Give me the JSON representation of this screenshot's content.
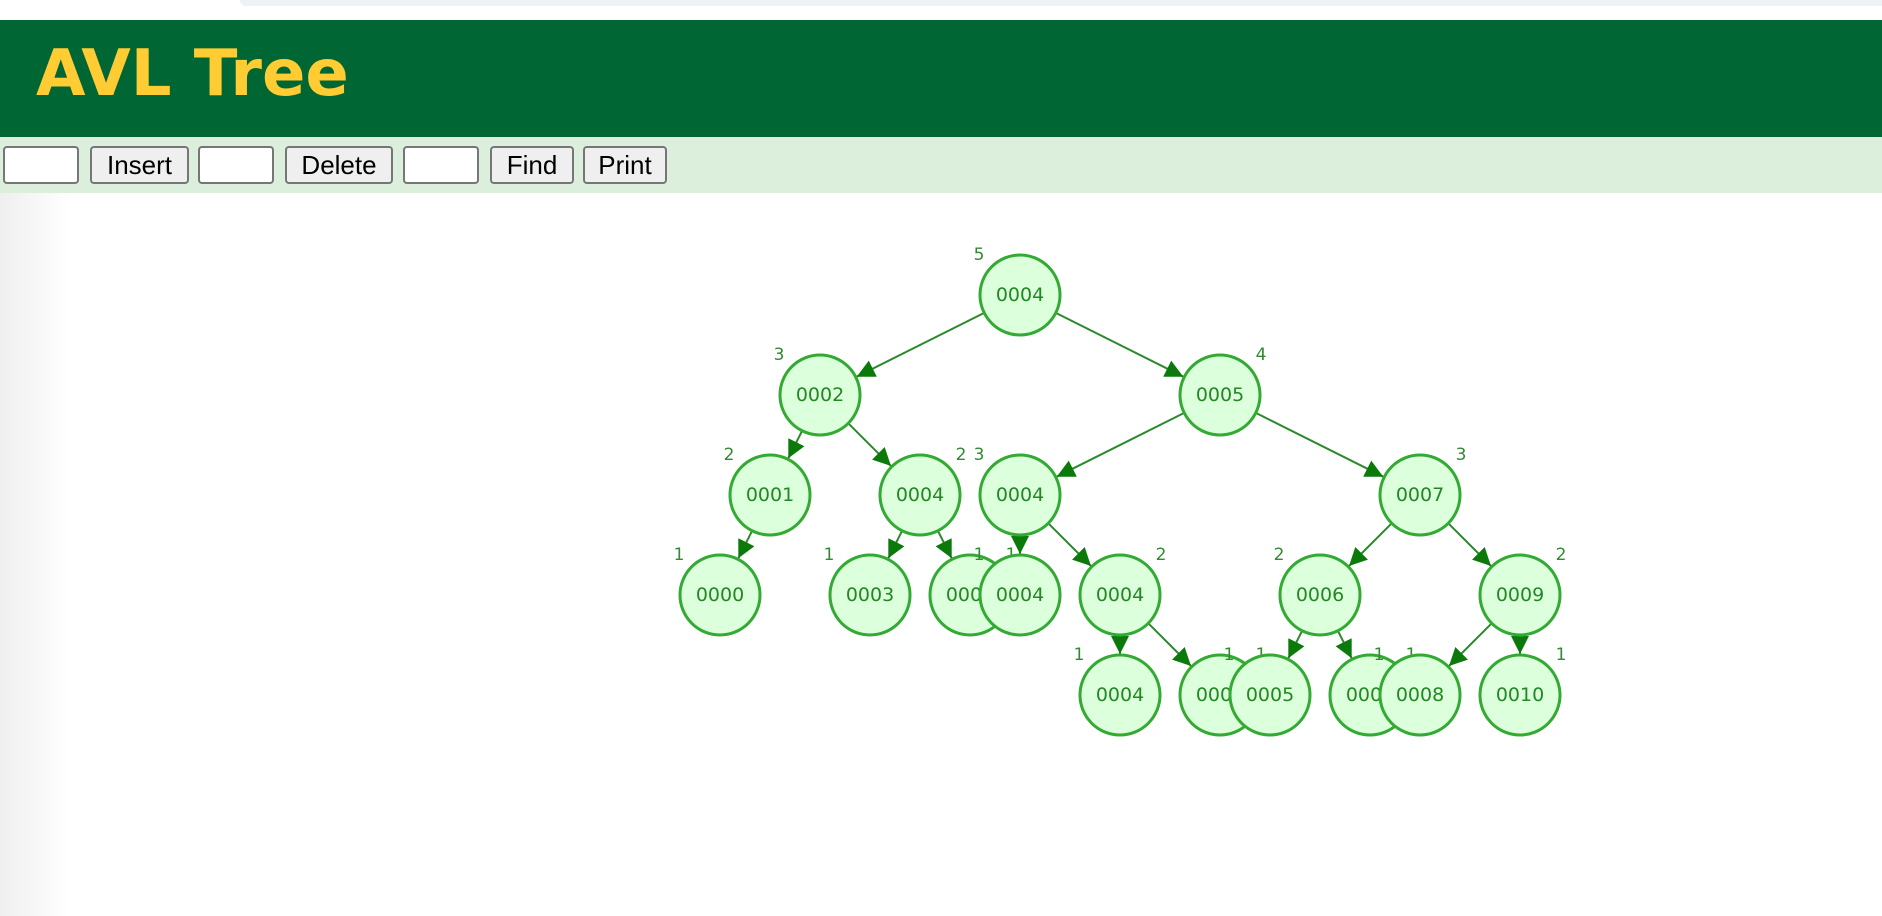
{
  "header": {
    "title": "AVL Tree"
  },
  "toolbar": {
    "insert_value": "",
    "insert_label": "Insert",
    "delete_value": "",
    "delete_label": "Delete",
    "find_value": "",
    "find_label": "Find",
    "print_label": "Print"
  },
  "colors": {
    "header_bg": "#006633",
    "title": "#ffcc33",
    "toolbar_bg": "#dcefdc",
    "node_fill": "#dcffdc",
    "node_stroke": "#33aa33",
    "edge": "#2b8a2b"
  },
  "tree": {
    "nodes": [
      {
        "id": "n1",
        "value": "0004",
        "height": "5",
        "depth": 0,
        "slot": 7.5,
        "height_side": "left"
      },
      {
        "id": "n2",
        "value": "0002",
        "height": "3",
        "depth": 1,
        "slot": 3.5,
        "height_side": "left"
      },
      {
        "id": "n3",
        "value": "0005",
        "height": "4",
        "depth": 1,
        "slot": 11.5,
        "height_side": "right"
      },
      {
        "id": "n4",
        "value": "0001",
        "height": "2",
        "depth": 2,
        "slot": 2.5,
        "height_side": "left"
      },
      {
        "id": "n5",
        "value": "0004",
        "height": "2",
        "depth": 2,
        "slot": 5.5,
        "height_side": "right"
      },
      {
        "id": "n6",
        "value": "0004",
        "height": "3",
        "depth": 2,
        "slot": 7.5,
        "height_side": "left"
      },
      {
        "id": "n7",
        "value": "0007",
        "height": "3",
        "depth": 2,
        "slot": 15.5,
        "height_side": "right"
      },
      {
        "id": "n8",
        "value": "0000",
        "height": "1",
        "depth": 3,
        "slot": 1.5,
        "height_side": "left"
      },
      {
        "id": "n9",
        "value": "0003",
        "height": "1",
        "depth": 3,
        "slot": 4.5,
        "height_side": "left"
      },
      {
        "id": "n10",
        "value": "0004",
        "height": "1",
        "depth": 3,
        "slot": 6.5,
        "height_side": "right"
      },
      {
        "id": "n11",
        "value": "0004",
        "height": "1",
        "depth": 3,
        "slot": 7.5,
        "height_side": "left"
      },
      {
        "id": "n12",
        "value": "0004",
        "height": "2",
        "depth": 3,
        "slot": 9.5,
        "height_side": "right"
      },
      {
        "id": "n13",
        "value": "0006",
        "height": "2",
        "depth": 3,
        "slot": 13.5,
        "height_side": "left"
      },
      {
        "id": "n14",
        "value": "0009",
        "height": "2",
        "depth": 3,
        "slot": 17.5,
        "height_side": "right"
      },
      {
        "id": "n15",
        "value": "0004",
        "height": "1",
        "depth": 4,
        "slot": 9.5,
        "height_side": "left"
      },
      {
        "id": "n16",
        "value": "0004",
        "height": "1",
        "depth": 4,
        "slot": 11.5,
        "height_side": "right"
      },
      {
        "id": "n17",
        "value": "0005",
        "height": "1",
        "depth": 4,
        "slot": 12.5,
        "height_side": "left"
      },
      {
        "id": "n18",
        "value": "0006",
        "height": "1",
        "depth": 4,
        "slot": 14.5,
        "height_side": "right"
      },
      {
        "id": "n19",
        "value": "0008",
        "height": "1",
        "depth": 4,
        "slot": 15.5,
        "height_side": "left"
      },
      {
        "id": "n20",
        "value": "0010",
        "height": "1",
        "depth": 4,
        "slot": 17.5,
        "height_side": "right"
      }
    ],
    "edges": [
      [
        "n1",
        "n2"
      ],
      [
        "n1",
        "n3"
      ],
      [
        "n2",
        "n4"
      ],
      [
        "n2",
        "n5"
      ],
      [
        "n3",
        "n6"
      ],
      [
        "n3",
        "n7"
      ],
      [
        "n4",
        "n8"
      ],
      [
        "n5",
        "n9"
      ],
      [
        "n5",
        "n10"
      ],
      [
        "n6",
        "n11"
      ],
      [
        "n6",
        "n12"
      ],
      [
        "n7",
        "n13"
      ],
      [
        "n7",
        "n14"
      ],
      [
        "n12",
        "n15"
      ],
      [
        "n12",
        "n16"
      ],
      [
        "n13",
        "n17"
      ],
      [
        "n13",
        "n18"
      ],
      [
        "n14",
        "n19"
      ],
      [
        "n14",
        "n20"
      ]
    ]
  }
}
